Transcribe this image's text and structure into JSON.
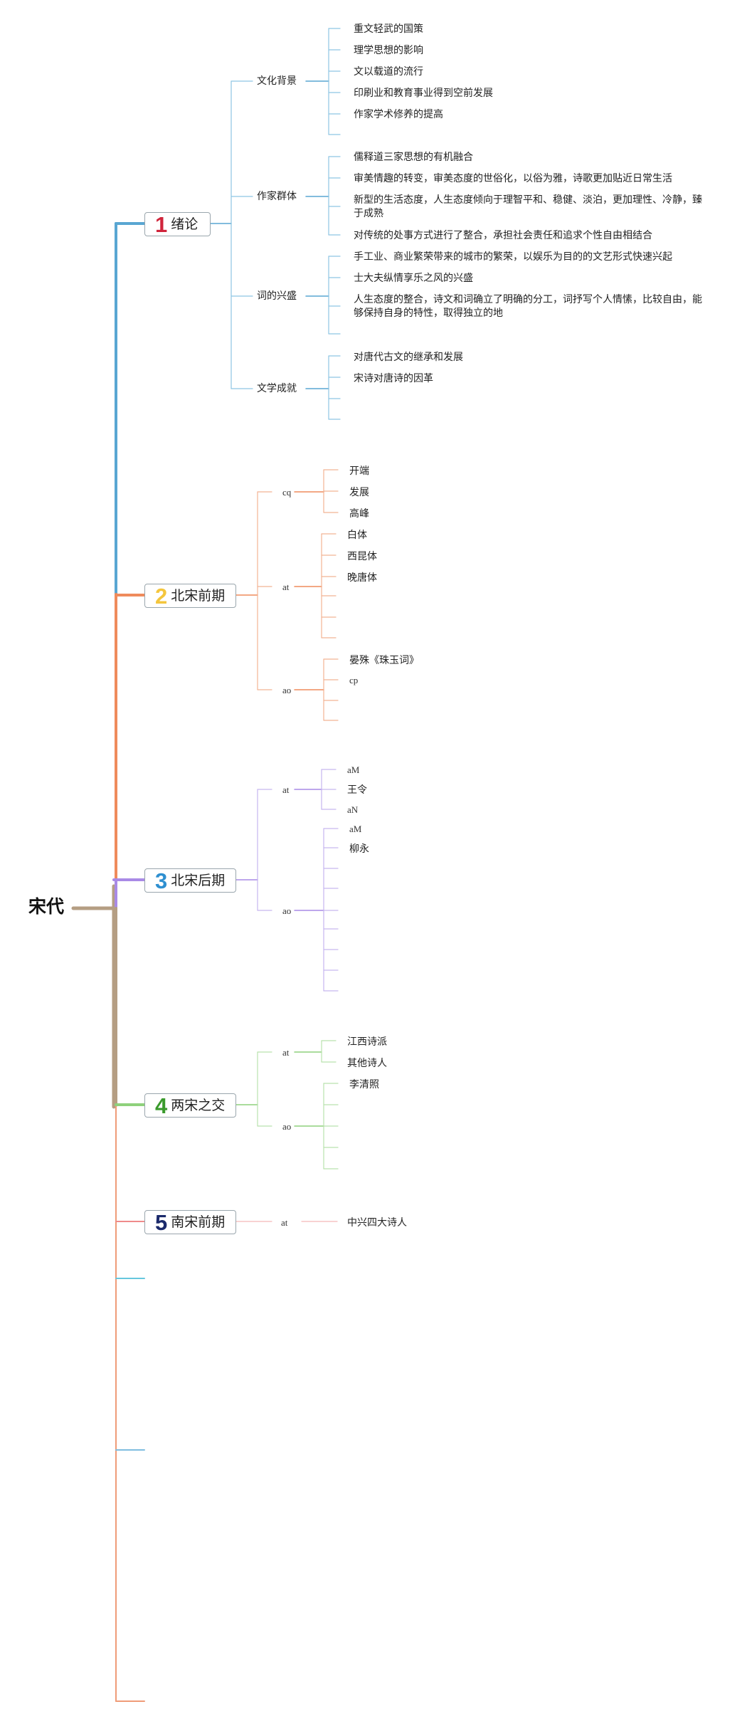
{
  "root": "宋代",
  "colors": {
    "root_trunk": "#b59e83",
    "b1": "#59a6d2",
    "b2": "#ef8b5c",
    "b3": "#a98ae6",
    "b4": "#8ed17c",
    "b5": "#ef8b8b",
    "extra1": "#67c7de",
    "extra2": "#7fbde0",
    "extra3": "#ef9c78"
  },
  "branches": [
    {
      "num": "1",
      "num_color": "#d0243b",
      "label": "绪论",
      "children": [
        {
          "label": "文化背景",
          "items": [
            "重文轻武的国策",
            "理学思想的影响",
            "文以载道的流行",
            "印刷业和教育事业得到空前发展",
            "作家学术修养的提高",
            ""
          ]
        },
        {
          "label": "作家群体",
          "items": [
            "儒释道三家思想的有机融合",
            "审美情趣的转变，审美态度的世俗化，以俗为雅，诗歌更加贴近日常生活",
            "新型的生活态度，人生态度倾向于理智平和、稳健、淡泊，更加理性、冷静，臻于成熟",
            "对传统的处事方式进行了整合，承担社会责任和追求个性自由相结合"
          ]
        },
        {
          "label": "词的兴盛",
          "items": [
            "手工业、商业繁荣带来的城市的繁荣，以娱乐为目的的文艺形式快速兴起",
            "士大夫纵情享乐之风的兴盛",
            "人生态度的整合，诗文和词确立了明确的分工，词抒写个人情愫，比较自由，能够保持自身的特性，取得独立的地",
            ""
          ]
        },
        {
          "label": "文学成就",
          "items": [
            "对唐代古文的继承和发展",
            "宋诗对唐诗的因革",
            "",
            ""
          ]
        }
      ]
    },
    {
      "num": "2",
      "num_color": "#f4c63d",
      "label": "北宋前期",
      "children": [
        {
          "label": "cq",
          "items": [
            "开端",
            "发展",
            "高峰"
          ]
        },
        {
          "label": "at",
          "items": [
            "白体",
            "西昆体",
            "晚唐体",
            "",
            "",
            ""
          ]
        },
        {
          "label": "ao",
          "items": [
            "晏殊《珠玉词》",
            "cp",
            "",
            ""
          ]
        }
      ]
    },
    {
      "num": "3",
      "num_color": "#2e8fd0",
      "label": "北宋后期",
      "children": [
        {
          "label": "at",
          "items": [
            "aM",
            "王令",
            "aN"
          ]
        },
        {
          "label": "ao",
          "items": [
            "aM",
            "柳永",
            "",
            "",
            "",
            "",
            "",
            "",
            ""
          ]
        }
      ]
    },
    {
      "num": "4",
      "num_color": "#3a9a2c",
      "label": "两宋之交",
      "children": [
        {
          "label": "at",
          "items": [
            "江西诗派",
            "其他诗人"
          ]
        },
        {
          "label": "ao",
          "items": [
            "李清照",
            "",
            "",
            "",
            ""
          ]
        }
      ]
    },
    {
      "num": "5",
      "num_color": "#1b2a6b",
      "label": "南宋前期",
      "children": [
        {
          "label": "at",
          "items": [
            "中兴四大诗人"
          ]
        }
      ]
    }
  ]
}
